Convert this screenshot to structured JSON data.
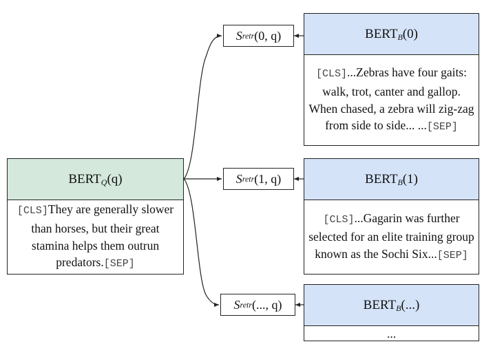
{
  "query": {
    "model_name": "BERT",
    "model_sub": "Q",
    "model_arg": "(q)",
    "text": "They are generally slower than horses, but their great stamina helps them outrun predators.",
    "cls_token": "[CLS]",
    "sep_token": "[SEP]"
  },
  "score_fn": {
    "symbol": "S",
    "sub": "retr"
  },
  "branches": [
    {
      "score_arg": "(0, q)",
      "model_name": "BERT",
      "model_sub": "B",
      "model_arg": "(0)",
      "text": "...Zebras have four gaits: walk, trot, canter and gallop. When chased, a zebra will zig-zag from side to side... ...",
      "cls_token": "[CLS]",
      "sep_token": "[SEP]"
    },
    {
      "score_arg": "(1, q)",
      "model_name": "BERT",
      "model_sub": "B",
      "model_arg": "(1)",
      "text": "...Gagarin was further selected for an elite training group known as the Sochi Six...",
      "cls_token": "[CLS]",
      "sep_token": "[SEP]"
    },
    {
      "score_arg": "(..., q)",
      "model_name": "BERT",
      "model_sub": "B",
      "model_arg": "(...)",
      "text": "..."
    }
  ]
}
